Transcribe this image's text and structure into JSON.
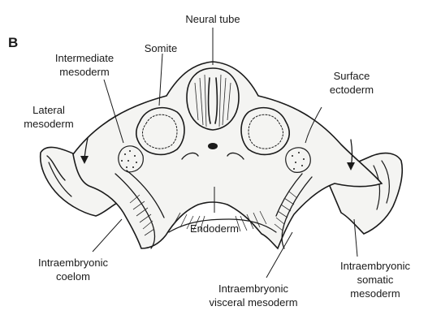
{
  "figure": {
    "panel_letter": "B",
    "labels": {
      "neural_tube": "Neural tube",
      "somite": "Somite",
      "intermediate_mesoderm_1": "Intermediate",
      "intermediate_mesoderm_2": "mesoderm",
      "lateral_mesoderm_1": "Lateral",
      "lateral_mesoderm_2": "mesoderm",
      "surface_ectoderm_1": "Surface",
      "surface_ectoderm_2": "ectoderm",
      "endoderm": "Endoderm",
      "intraembryonic_coelom_1": "Intraembryonic",
      "intraembryonic_coelom_2": "coelom",
      "intraembryonic_somatic_mesoderm_1": "Intraembryonic",
      "intraembryonic_somatic_mesoderm_2": "somatic",
      "intraembryonic_somatic_mesoderm_3": "mesoderm",
      "intraembryonic_visceral_mesoderm_1": "Intraembryonic",
      "intraembryonic_visceral_mesoderm_2": "visceral mesoderm"
    }
  }
}
